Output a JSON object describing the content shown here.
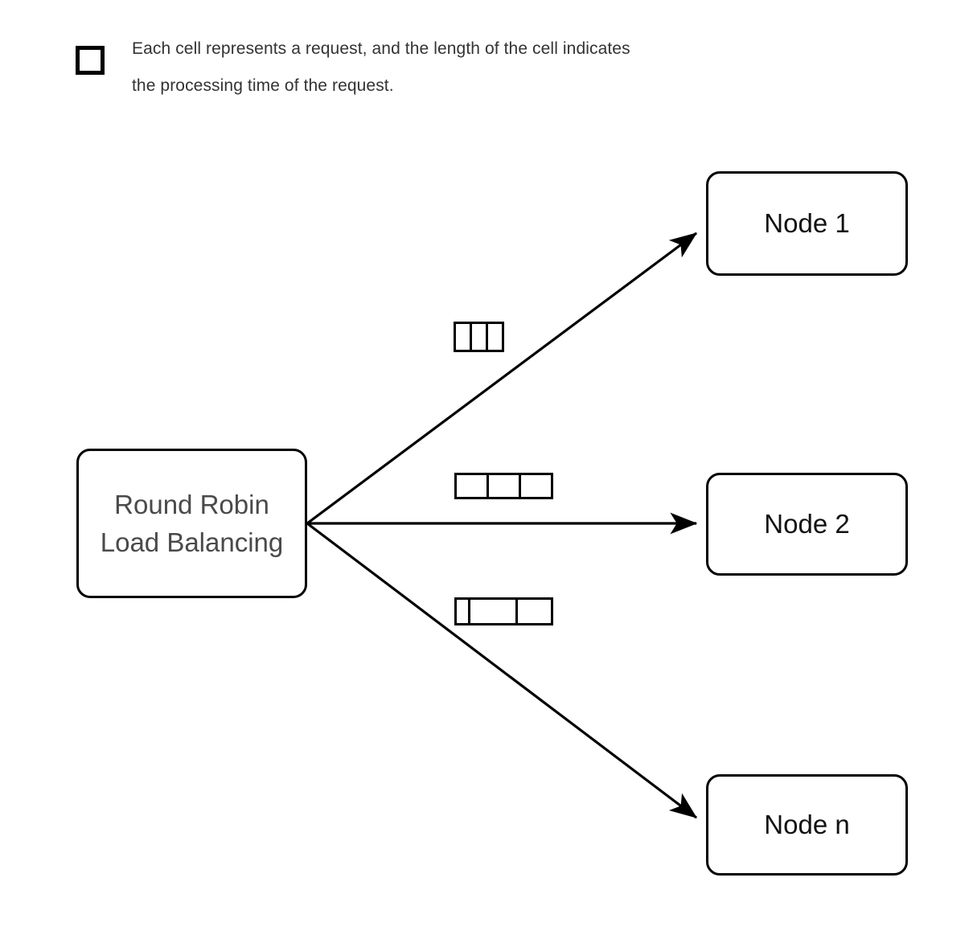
{
  "legend": {
    "swatch_icon": "empty-square-icon",
    "text": "Each cell represents a request, and the length of the cell indicates\nthe processing time of the request.",
    "line_1": "Each cell represents a request, and the length of the cell indicates",
    "line_2": "the processing time of the request."
  },
  "source": {
    "label": "Round Robin\nLoad Balancing",
    "line_1": "Round Robin",
    "line_2": "Load Balancing",
    "text_color": "#4a4a4a",
    "border_color": "#000000"
  },
  "nodes": [
    {
      "id": "node-1",
      "label": "Node 1"
    },
    {
      "id": "node-2",
      "label": "Node 2"
    },
    {
      "id": "node-n",
      "label": "Node n"
    }
  ],
  "queues": [
    {
      "for_node": "Node 1",
      "cell_count": 3,
      "cell_widths": [
        23,
        23,
        23
      ],
      "description": "three equal-length request cells"
    },
    {
      "for_node": "Node 2",
      "cell_count": 3,
      "cell_widths": [
        43,
        43,
        43
      ],
      "description": "three equal-length request cells"
    },
    {
      "for_node": "Node n",
      "cell_count": 3,
      "cell_widths": [
        20,
        62,
        47
      ],
      "description": "one short, one long and one medium request cell"
    }
  ],
  "arrows": [
    {
      "id": "arrow-to-node-1",
      "from": "Round Robin Load Balancing",
      "to": "Node 1"
    },
    {
      "id": "arrow-to-node-2",
      "from": "Round Robin Load Balancing",
      "to": "Node 2"
    },
    {
      "id": "arrow-to-node-n",
      "from": "Round Robin Load Balancing",
      "to": "Node n"
    }
  ],
  "colors": {
    "background": "#ffffff",
    "stroke": "#000000",
    "legend_text": "#333333",
    "source_text": "#4a4a4a",
    "node_text": "#111111"
  }
}
